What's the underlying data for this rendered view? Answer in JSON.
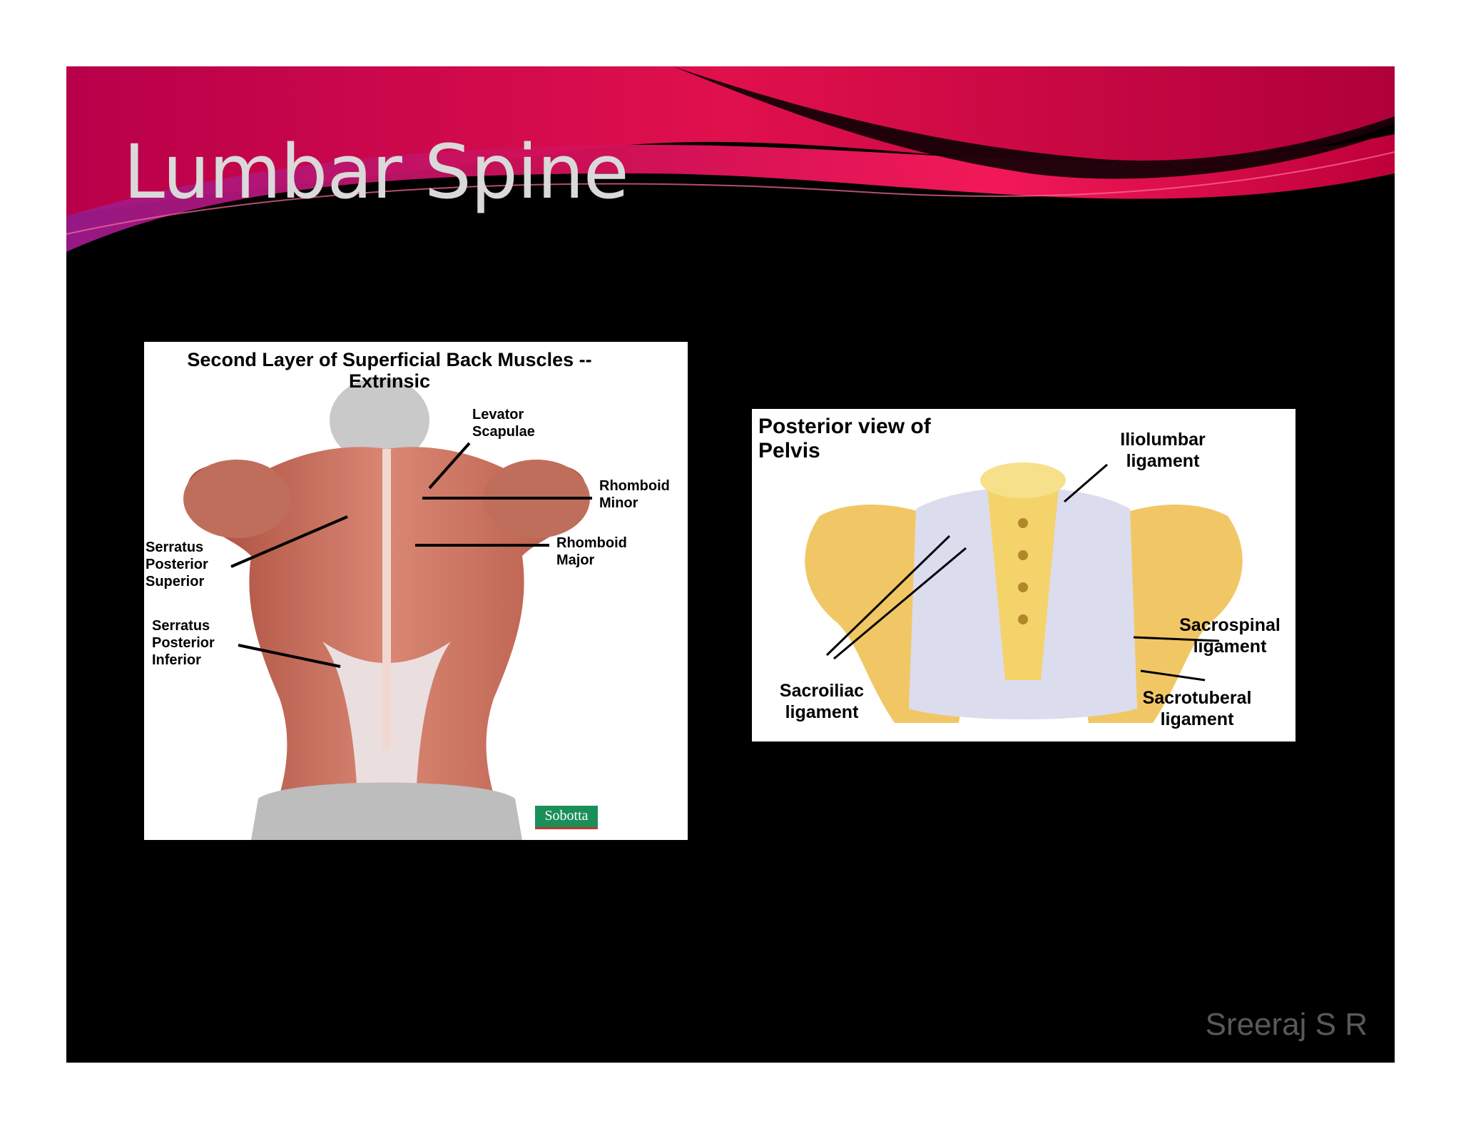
{
  "slide": {
    "title": "Lumbar Spine",
    "author": "Sreeraj S R",
    "accent_colors": [
      "#c8003c",
      "#ff1a5c",
      "#9c1a8c"
    ]
  },
  "figure_back": {
    "title": "Second Layer of Superficial Back Muscles -- Extrinsic",
    "labels": {
      "levator_scapulae": "Levator Scapulae",
      "rhomboid_minor": "Rhomboid Minor",
      "rhomboid_major": "Rhomboid Major",
      "serratus_posterior_superior": "Serratus Posterior Superior",
      "serratus_posterior_inferior": "Serratus Posterior Inferior"
    },
    "badge": "Sobotta"
  },
  "figure_pelvis": {
    "title": "Posterior view of Pelvis",
    "labels": {
      "iliolumbar": "Iliolumbar ligament",
      "sacrospinal": "Sacrospinal ligament",
      "sacroiliac": "Sacroiliac ligament",
      "sacrotuberal": "Sacrotuberal ligament"
    }
  }
}
